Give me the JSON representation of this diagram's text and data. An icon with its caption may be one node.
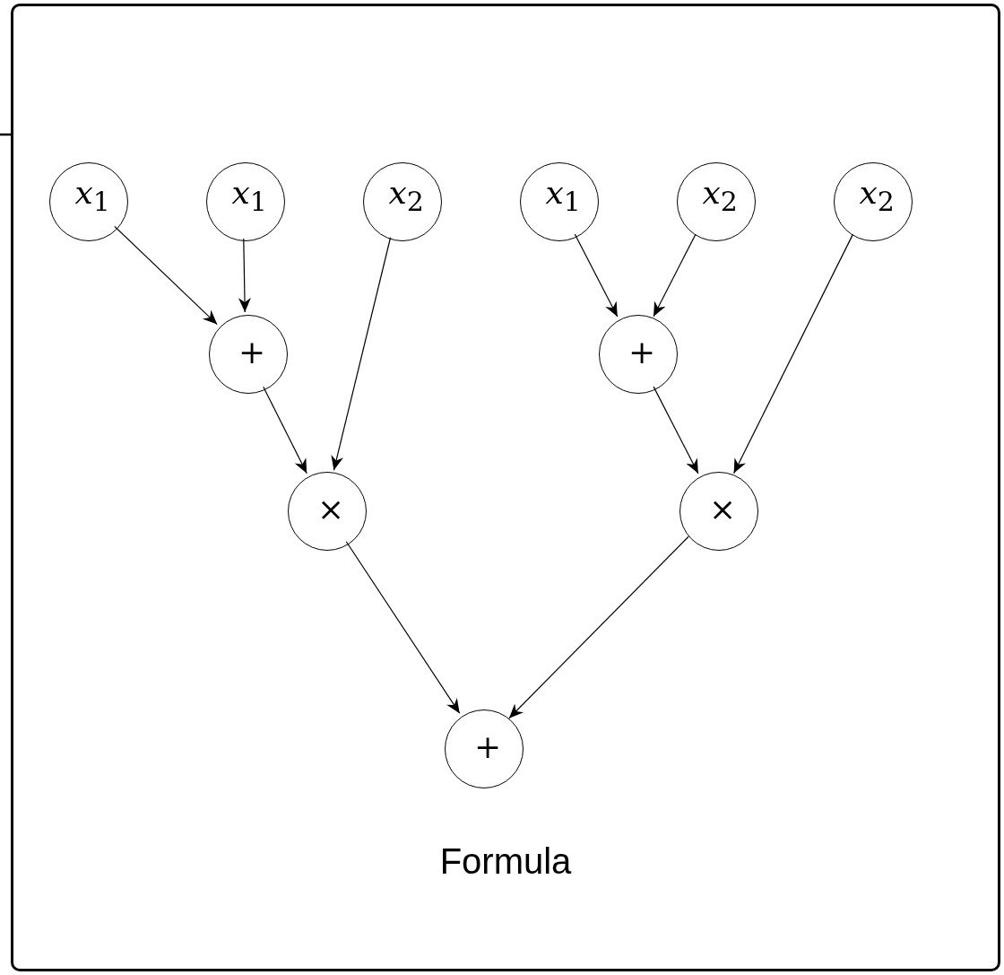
{
  "diagram": {
    "nodes": [
      {
        "text": [
          "Formula"
        ]
      },
      {
        "text": [
          "*x*$_{1}$"
        ],
        "in": 0
      },
      {
        "text": [
          "*x*$_{1}$"
        ],
        "in": 0
      },
      {
        "text": [
          "*x*$_{2}$"
        ],
        "in": 0
      },
      {
        "text": [
          "*x*$_{1}$"
        ],
        "in": 0
      },
      {
        "text": [
          "*x*$_{2}$"
        ],
        "in": 0
      },
      {
        "text": [
          "*x*$_{2}$"
        ],
        "in": 0
      },
      {
        "text": [
          "+"
        ],
        "in": 0
      },
      {
        "text": [
          "+"
        ],
        "in": 0
      },
      {
        "text": [
          "×"
        ],
        "in": 0
      },
      {
        "text": [
          "×"
        ],
        "in": 0
      },
      {
        "text": [
          "+"
        ],
        "in": 0
      }
    ],
    "edges": [
      {
        "from": null,
        "to": 0,
        "arrow": "none"
      },
      {
        "from": 1,
        "to": 7,
        "arrow": "to"
      },
      {
        "from": 2,
        "to": 7,
        "arrow": "to"
      },
      {
        "from": 4,
        "to": 8,
        "arrow": "to"
      },
      {
        "from": 5,
        "to": 8,
        "arrow": "to"
      },
      {
        "from": 7,
        "to": 9,
        "arrow": "to"
      },
      {
        "from": 3,
        "to": 9,
        "arrow": "to"
      },
      {
        "from": 8,
        "to": 10,
        "arrow": "to"
      },
      {
        "from": 6,
        "to": 10,
        "arrow": "to"
      },
      {
        "from": 9,
        "to": 11,
        "arrow": "to"
      },
      {
        "from": 10,
        "to": 11,
        "arrow": "to"
      }
    ]
  }
}
